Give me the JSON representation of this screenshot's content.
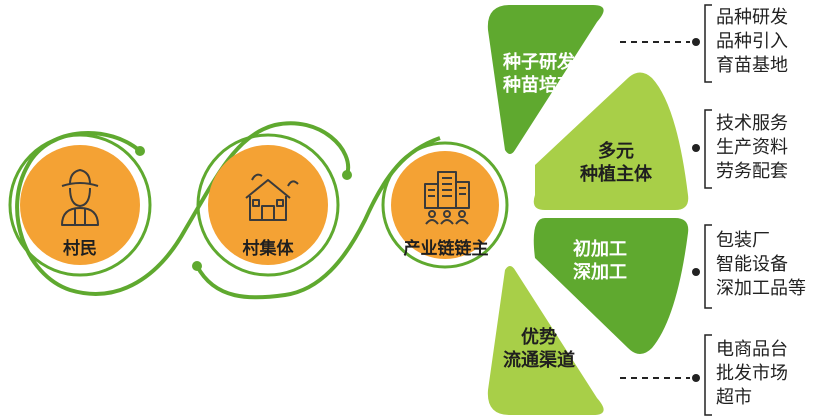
{
  "colors": {
    "green_dark": "#5fa92f",
    "green_light": "#a8cf48",
    "orange": "#f4a234",
    "icon_line": "#3a3a3a"
  },
  "nodes": [
    {
      "label": "村民",
      "icon": "farmer-icon"
    },
    {
      "label": "村集体",
      "icon": "village-house-icon"
    },
    {
      "label": "产业链链主",
      "icon": "industry-building-icon"
    }
  ],
  "segments": [
    {
      "line1": "种子研发",
      "line2": "种苗培育"
    },
    {
      "line1": "多元",
      "line2": "种植主体"
    },
    {
      "line1": "初加工",
      "line2": "深加工"
    },
    {
      "line1": "优势",
      "line2": "流通渠道"
    }
  ],
  "notes": [
    {
      "lines": [
        "品种研发",
        "品种引入",
        "育苗基地"
      ]
    },
    {
      "lines": [
        "技术服务",
        "生产资料",
        "劳务配套"
      ]
    },
    {
      "lines": [
        "包装厂",
        "智能设备",
        "深加工品等"
      ]
    },
    {
      "lines": [
        "电商品台",
        "批发市场",
        "超市"
      ]
    }
  ]
}
